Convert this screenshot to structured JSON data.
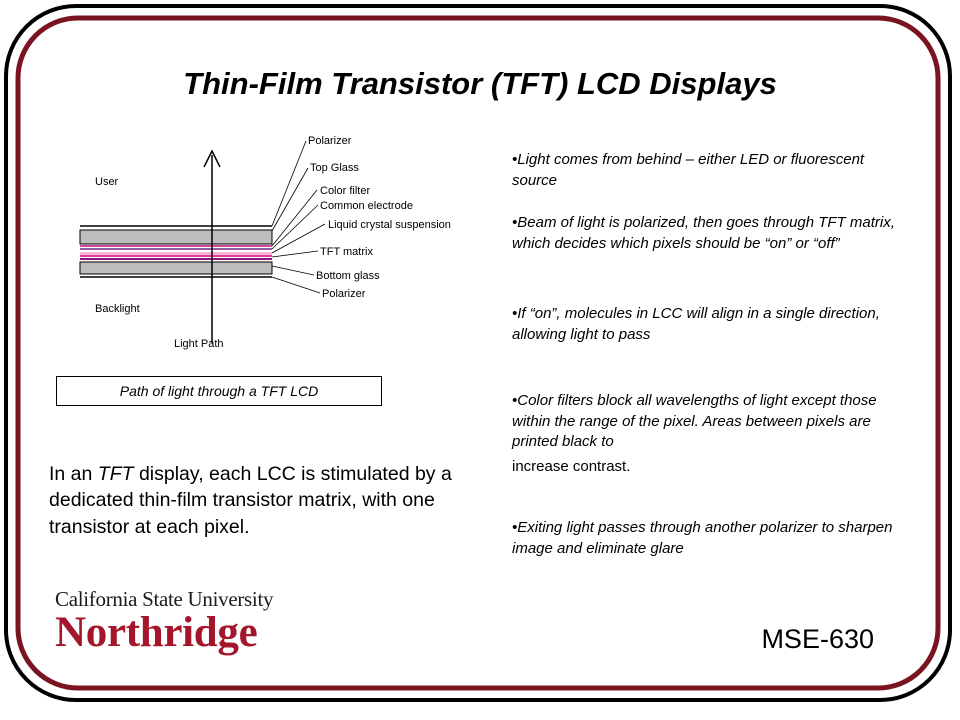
{
  "title": "Thin-Film Transistor (TFT) LCD Displays",
  "colors": {
    "frame": "#7a1420",
    "brand_red": "#a3162c",
    "lc_pink": "#e03c98",
    "tft_purple": "#8a1a7c",
    "glass_gray": "#bdbdbd"
  },
  "diagram": {
    "label_user": "User",
    "label_backlight": "Backlight",
    "label_light_path": "Light Path",
    "layers": {
      "polarizer_top": "Polarizer",
      "top_glass": "Top Glass",
      "color_filter": "Color filter",
      "common_electrode": "Common electrode",
      "liquid_crystal": "Liquid crystal suspension",
      "tft_matrix": "TFT matrix",
      "bottom_glass": "Bottom glass",
      "polarizer_bottom": "Polarizer"
    }
  },
  "caption": "Path of light through a TFT LCD",
  "lower_text": {
    "part1": "In an ",
    "emph": "TFT",
    "part2": " display, each LCC is stimulated by a dedicated thin-film transistor matrix, with one transistor at each pixel."
  },
  "bullets": {
    "b1": "•Light comes from behind – either LED or fluorescent source",
    "b2": "•Beam of light is polarized, then goes through TFT matrix, which decides which pixels should be “on” or “off”",
    "b3": "•If “on”, molecules in LCC will align in a single direction, allowing light to pass",
    "b4a": "•Color filters block all wavelengths of light except those within the range of the pixel. Areas between pixels are printed black to",
    "b4b": "increase contrast.",
    "b5": "•Exiting light passes through another polarizer to sharpen image and eliminate glare"
  },
  "logo": {
    "line1": "California State University",
    "line2": "Northridge"
  },
  "course_code": "MSE-630"
}
